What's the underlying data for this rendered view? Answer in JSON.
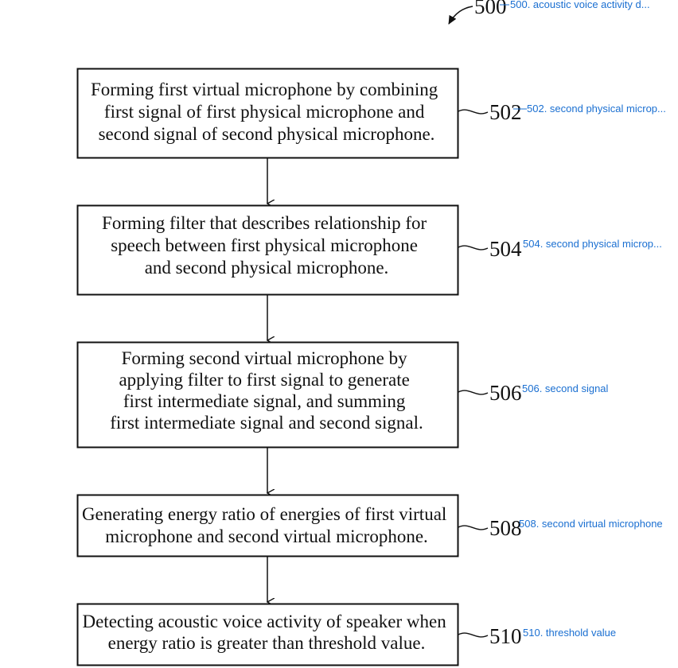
{
  "diagram": {
    "figure_label": "500",
    "steps": [
      {
        "ref": "502",
        "lines": [
          "Forming first virtual microphone by combining",
          "first signal of first physical microphone and",
          "second signal of second physical microphone."
        ]
      },
      {
        "ref": "504",
        "lines": [
          "Forming filter that describes relationship for",
          "speech between first physical microphone",
          "and second physical microphone."
        ]
      },
      {
        "ref": "506",
        "lines": [
          "Forming second virtual microphone by",
          "applying filter to first signal to generate",
          "first intermediate signal, and summing",
          "first intermediate signal and second signal."
        ]
      },
      {
        "ref": "508",
        "lines": [
          "Generating energy ratio of energies of first virtual",
          "microphone and second virtual microphone."
        ]
      },
      {
        "ref": "510",
        "lines": [
          "Detecting acoustic voice activity of speaker when",
          "energy ratio is greater than threshold value."
        ]
      }
    ]
  },
  "annotations": {
    "a500": "500. acoustic voice activity d...",
    "a502": "502. second physical microp...",
    "a504": "504. second physical microp...",
    "a506": "506. second signal",
    "a508": "508. second virtual microphone",
    "a510": "510. threshold value"
  },
  "colors": {
    "line": "#111111",
    "annotation": "#1a6fd1"
  }
}
